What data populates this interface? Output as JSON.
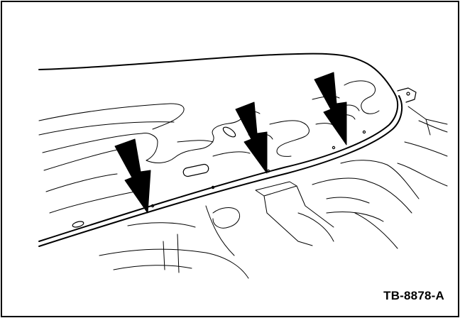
{
  "figure": {
    "id_label": "TB-8878-A"
  },
  "colors": {
    "line": "#000000",
    "background": "#ffffff"
  },
  "illustration": {
    "subject": "trim-panel-line-drawing",
    "callout_arrows": 3
  }
}
